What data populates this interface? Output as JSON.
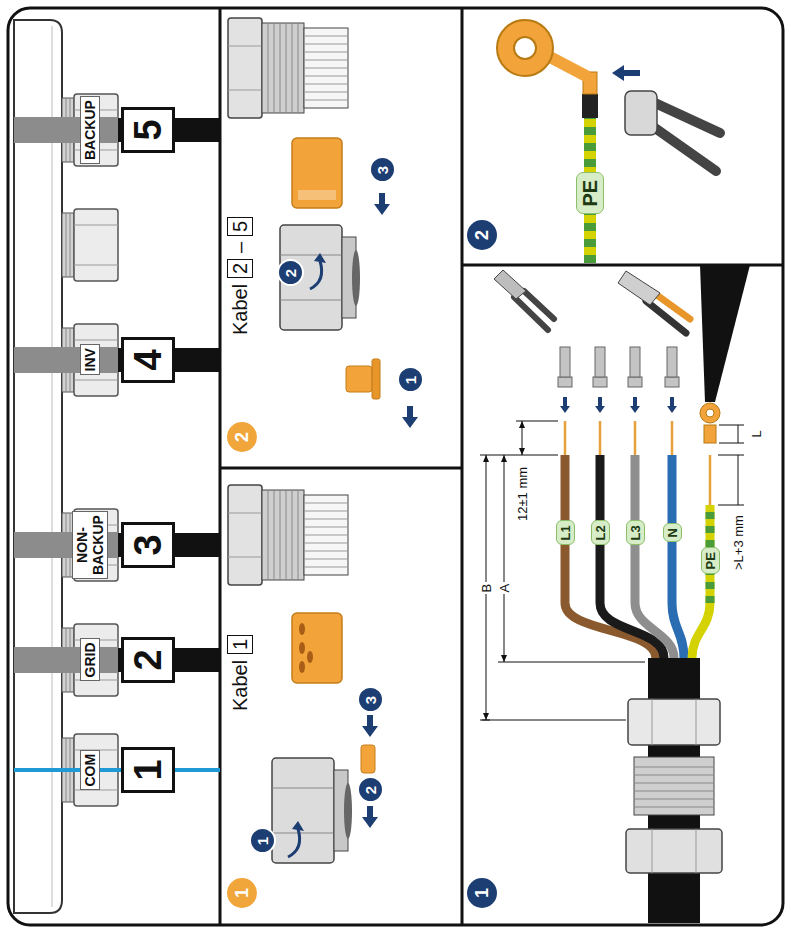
{
  "diagram": {
    "nodes": [
      {
        "text": [
          "1"
        ]
      },
      {
        "text": [
          "2"
        ]
      },
      {
        "text": [
          "3"
        ]
      },
      {
        "text": [
          "4"
        ]
      },
      {
        "text": [
          "5"
        ]
      },
      {
        "text": [
          "1"
        ]
      },
      {
        "text": [
          "1"
        ]
      },
      {
        "text": [
          "1"
        ]
      },
      {
        "text": [
          "2"
        ]
      },
      {
        "text": [
          "3"
        ]
      },
      {
        "text": [
          "2"
        ]
      },
      {
        "text": [
          "2"
        ]
      },
      {
        "text": [
          "5"
        ]
      },
      {
        "text": [
          "1"
        ]
      },
      {
        "text": [
          "2"
        ]
      },
      {
        "text": [
          "3"
        ]
      },
      {
        "text": [
          "1"
        ]
      },
      {
        "text": [
          "L1"
        ]
      },
      {
        "text": [
          "L2"
        ]
      },
      {
        "text": [
          "L3"
        ]
      },
      {
        "text": [
          "N"
        ]
      },
      {
        "text": [
          "PE"
        ]
      },
      {
        "text": [
          "2"
        ]
      },
      {
        "text": [
          "PE"
        ]
      }
    ],
    "labels": [
      "COM",
      "GRID",
      "NON- BACKUP",
      "INV",
      "BACKUP",
      "Kabel",
      "Kabel",
      "–",
      "12±1 mm",
      "B",
      "A",
      ">L+3 mm",
      "L"
    ]
  }
}
